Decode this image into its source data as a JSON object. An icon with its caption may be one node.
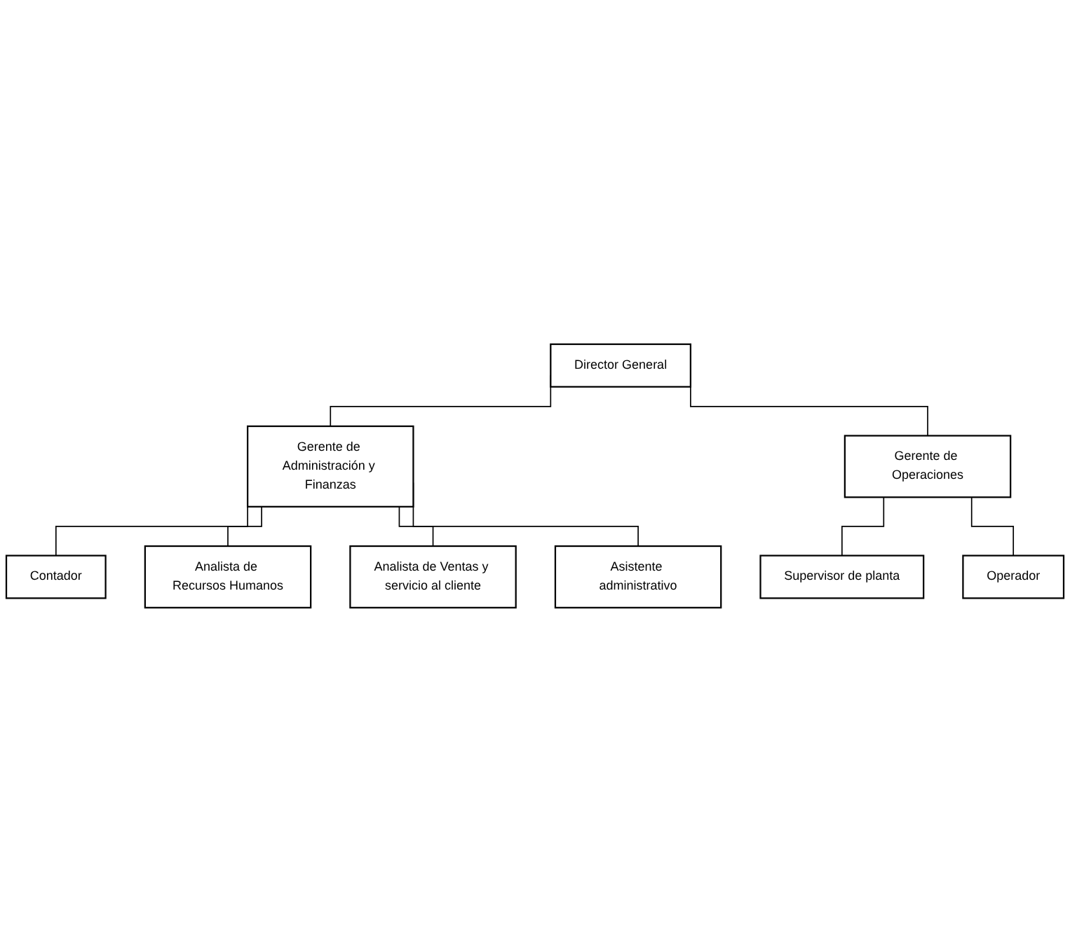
{
  "diagram": {
    "nodes": [
      {
        "text": [
          "Director General"
        ]
      },
      {
        "text": [
          "Gerente de Administración y Finanzas"
        ]
      },
      {
        "text": [
          "Gerente de Operaciones"
        ]
      },
      {
        "text": [
          "Contador"
        ]
      },
      {
        "text": [
          "Analista de Recursos Humanos"
        ]
      },
      {
        "text": [
          "Analista de Ventas y servicio al cliente"
        ]
      },
      {
        "text": [
          "Asistente administrativo"
        ]
      },
      {
        "text": [
          "Supervisor de planta"
        ]
      },
      {
        "text": [
          "Operador"
        ]
      }
    ],
    "edges": [
      {
        "from": 0,
        "to": 1,
        "arrow": "none"
      },
      {
        "from": 0,
        "to": 2,
        "arrow": "none"
      },
      {
        "from": 1,
        "to": 3,
        "arrow": "none"
      },
      {
        "from": 1,
        "to": 4,
        "arrow": "none"
      },
      {
        "from": 1,
        "to": 5,
        "arrow": "none"
      },
      {
        "from": 1,
        "to": 6,
        "arrow": "none"
      },
      {
        "from": 2,
        "to": 7,
        "arrow": "none"
      },
      {
        "from": 2,
        "to": 8,
        "arrow": "none"
      }
    ]
  }
}
